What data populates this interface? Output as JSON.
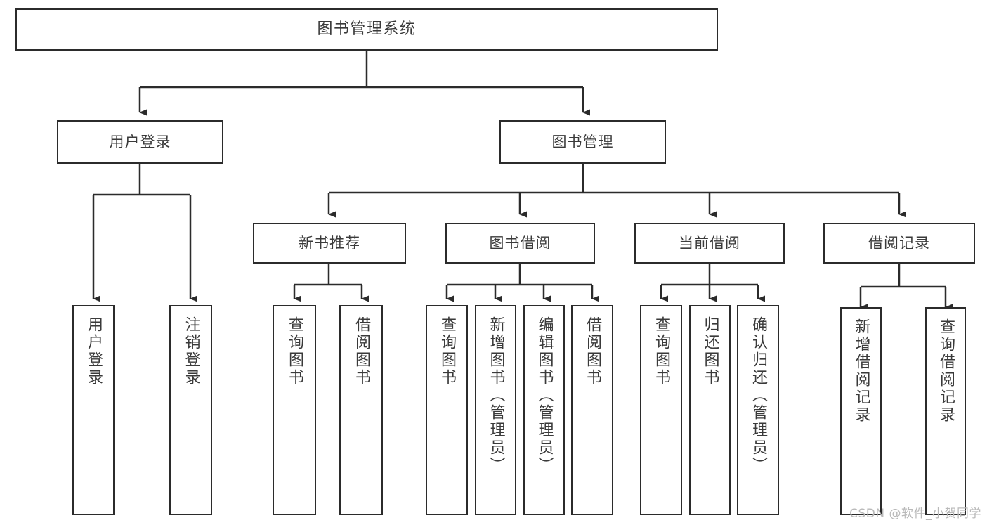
{
  "diagram": {
    "type": "tree-hierarchy",
    "title": "图书管理系统",
    "watermark": "CSDN @软件_小贺同学",
    "colors": {
      "background": "#ffffff",
      "box_border": "#2b2b2b",
      "box_fill": "#ffffff",
      "text": "#3a3a3a",
      "edge": "#2b2b2b",
      "watermark": "#b9b9b9"
    },
    "levels": {
      "root": {
        "label": "图书管理系统"
      },
      "level2": [
        {
          "id": "user-login",
          "label": "用户登录"
        },
        {
          "id": "book-manage",
          "label": "图书管理"
        }
      ],
      "level3": [
        {
          "id": "new-book-recommend",
          "label": "新书推荐",
          "parent": "book-manage"
        },
        {
          "id": "book-borrow",
          "label": "图书借阅",
          "parent": "book-manage"
        },
        {
          "id": "current-borrow",
          "label": "当前借阅",
          "parent": "book-manage"
        },
        {
          "id": "borrow-record",
          "label": "借阅记录",
          "parent": "book-manage"
        }
      ],
      "leaves": [
        {
          "id": "leaf-user-login",
          "label": "用户登录",
          "parent": "user-login"
        },
        {
          "id": "leaf-logout",
          "label": "注销登录",
          "parent": "user-login"
        },
        {
          "id": "leaf-query-book-1",
          "label": "查询图书",
          "parent": "new-book-recommend"
        },
        {
          "id": "leaf-borrow-book-1",
          "label": "借阅图书",
          "parent": "new-book-recommend"
        },
        {
          "id": "leaf-query-book-2",
          "label": "查询图书",
          "parent": "book-borrow"
        },
        {
          "id": "leaf-add-book",
          "label": "新增图书（管理员）",
          "parent": "book-borrow"
        },
        {
          "id": "leaf-edit-book",
          "label": "编辑图书（管理员）",
          "parent": "book-borrow"
        },
        {
          "id": "leaf-borrow-book-2",
          "label": "借阅图书",
          "parent": "book-borrow"
        },
        {
          "id": "leaf-query-book-3",
          "label": "查询图书",
          "parent": "current-borrow"
        },
        {
          "id": "leaf-return-book",
          "label": "归还图书",
          "parent": "current-borrow"
        },
        {
          "id": "leaf-confirm-return",
          "label": "确认归还（管理员）",
          "parent": "current-borrow"
        },
        {
          "id": "leaf-add-record",
          "label": "新增借阅记录",
          "parent": "borrow-record"
        },
        {
          "id": "leaf-query-record",
          "label": "查询借阅记录",
          "parent": "borrow-record"
        }
      ]
    }
  }
}
